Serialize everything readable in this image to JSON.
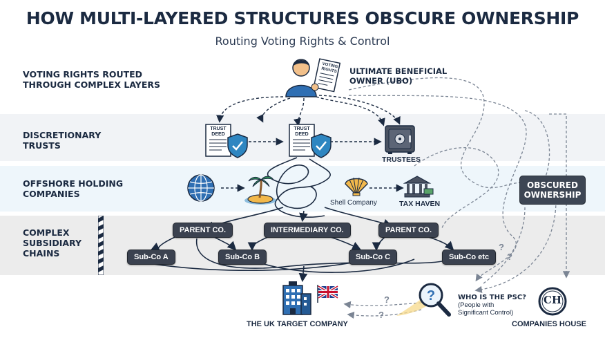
{
  "header": {
    "title": "HOW MULTI-LAYERED STRUCTURES OBSCURE OWNERSHIP",
    "subtitle": "Routing Voting Rights & Control"
  },
  "rows": [
    {
      "label_line1": "VOTING RIGHTS ROUTED",
      "label_line2": "THROUGH COMPLEX LAYERS"
    },
    {
      "label_line1": "DISCRETIONARY",
      "label_line2": "TRUSTS"
    },
    {
      "label_line1": "OFFSHORE HOLDING",
      "label_line2": "COMPANIES"
    },
    {
      "label_line1": "COMPLEX",
      "label_line2": "SUBSIDIARY",
      "label_line3": "CHAINS"
    }
  ],
  "ubo": {
    "label_line1": "ULTIMATE BENEFICIAL",
    "label_line2": "OWNER (UBO)",
    "document_text": "VOTING RIGHTS",
    "icon": "person-with-document-icon"
  },
  "trusts": {
    "deed_text_line1": "TRUST",
    "deed_text_line2": "DEED",
    "trustees_label": "TRUSTEES",
    "icons": [
      "trust-deed-shield-icon",
      "safe-icon"
    ]
  },
  "offshore": {
    "shell_label": "Shell Company",
    "tax_haven_label": "TAX HAVEN",
    "icons": [
      "globe-icon",
      "palm-island-icon",
      "shell-icon",
      "bank-icon"
    ]
  },
  "subsidiaries": {
    "parent_left": "PARENT CO.",
    "intermediary": "INTERMEDIARY CO.",
    "parent_right": "PARENT CO.",
    "sub_a": "Sub-Co A",
    "sub_b": "Sub-Co B",
    "sub_c": "Sub-Co C",
    "sub_etc": "Sub-Co etc"
  },
  "obscured": {
    "line1": "OBSCURED",
    "line2": "OWNERSHIP"
  },
  "bottom": {
    "target_label": "THE UK TARGET COMPANY",
    "psc_title": "WHO IS THE PSC?",
    "psc_line1": "(People with",
    "psc_line2": "Significant Control)",
    "companies_house_label": "COMPANIES HOUSE",
    "companies_house_monogram": "CH",
    "question_mark": "?",
    "icons": [
      "office-building-icon",
      "uk-flag-icon",
      "magnifier-question-icon",
      "companies-house-logo-icon"
    ]
  },
  "colors": {
    "navy": "#1b2a41",
    "node_dark": "#3b4250",
    "accent_blue": "#2f6fb3",
    "shield_blue": "#2e86c1",
    "sand": "#f2b84b"
  }
}
